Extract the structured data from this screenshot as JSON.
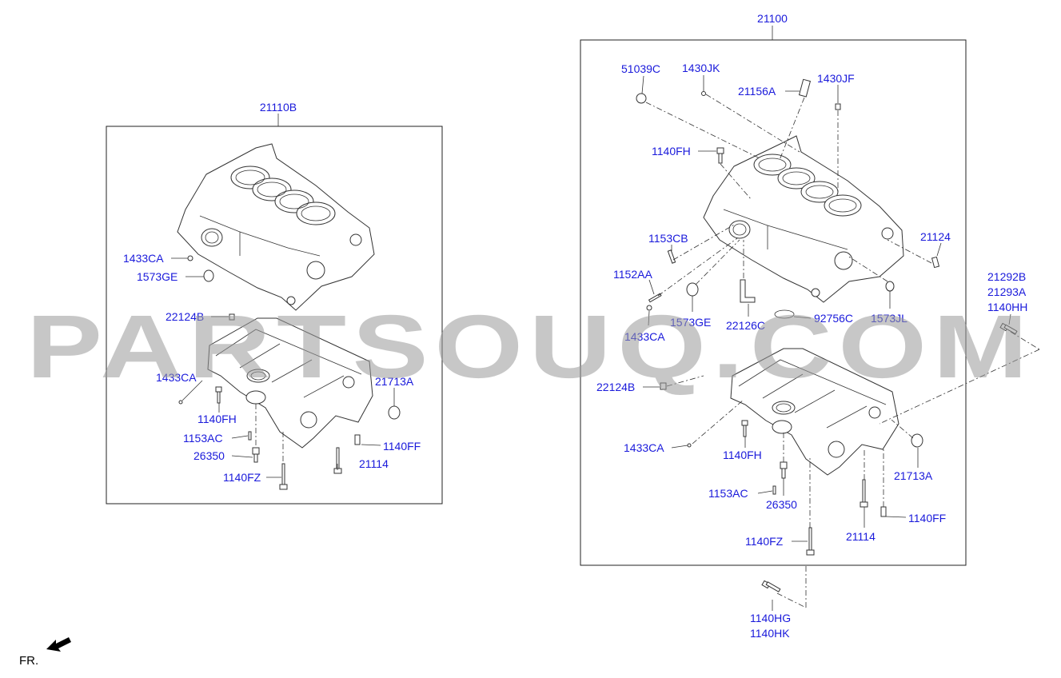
{
  "watermark": "PARTSOUQ.COM",
  "orientation_label": "FR.",
  "left_assembly": {
    "title": "21110B",
    "labels": [
      "1433CA",
      "1573GE",
      "22124B",
      "1433CA",
      "1140FH",
      "1153AC",
      "26350",
      "1140FZ",
      "21713A",
      "1140FF",
      "21114"
    ]
  },
  "right_assembly": {
    "title": "21100",
    "labels": [
      "51039C",
      "1430JK",
      "21156A",
      "1430JF",
      "1140FH",
      "1153CB",
      "1152AA",
      "1433CA",
      "1573GE",
      "22126C",
      "92756C",
      "1573JL",
      "21124",
      "22124B",
      "1433CA",
      "1140FH",
      "21713A",
      "1153AC",
      "26350",
      "1140FF",
      "21114",
      "1140FZ"
    ]
  },
  "outside_labels": {
    "right_stack": [
      "21292B",
      "21293A",
      "1140HH"
    ],
    "bottom_stack": [
      "1140HG",
      "1140HK"
    ]
  },
  "colors": {
    "label": "#1a1adb",
    "line": "#333333",
    "watermark": "#9a9a9a"
  }
}
